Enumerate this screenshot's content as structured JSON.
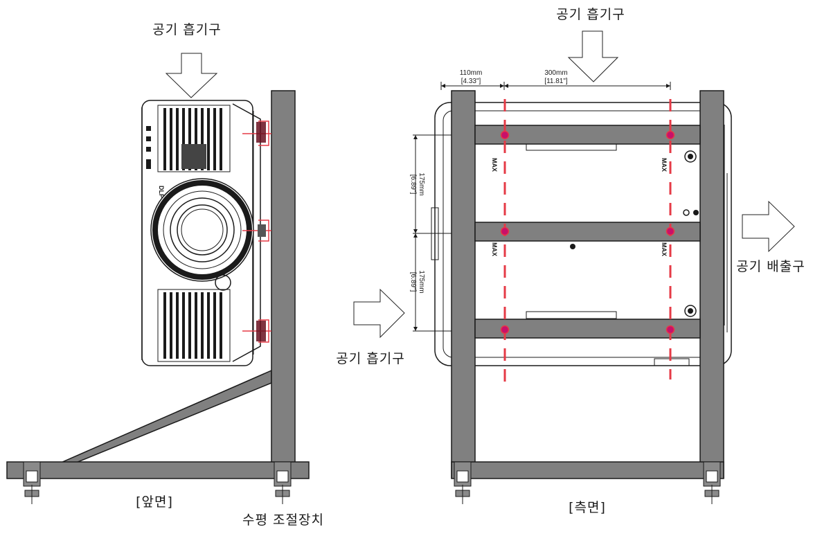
{
  "labels": {
    "front_intake_top": "공기 흡기구",
    "side_intake_top": "공기 흡기구",
    "side_intake_left": "공기 흡기구",
    "side_exhaust": "공기 배출구",
    "front_view": "[앞면]",
    "side_view": "[측면]",
    "leveler": "수평 조절장치"
  },
  "dimensions": {
    "gap_left_mm": "110mm",
    "gap_left_in": "[4.33\"]",
    "gap_holes_mm": "300mm",
    "gap_holes_in": "[11.81\"]",
    "gap_vertical_1_mm": "175mm",
    "gap_vertical_1_in": "[6.89\"]",
    "gap_vertical_2_mm": "175mm",
    "gap_vertical_2_in": "[6.89\"]"
  },
  "markings": {
    "max": "MAX",
    "lens_logo": "DLP"
  },
  "colors": {
    "beam": "#808080",
    "guide_line": "#e53a46",
    "mount_point": "#c8106a"
  },
  "icons": [
    "arrow-down-icon",
    "arrow-right-icon"
  ]
}
